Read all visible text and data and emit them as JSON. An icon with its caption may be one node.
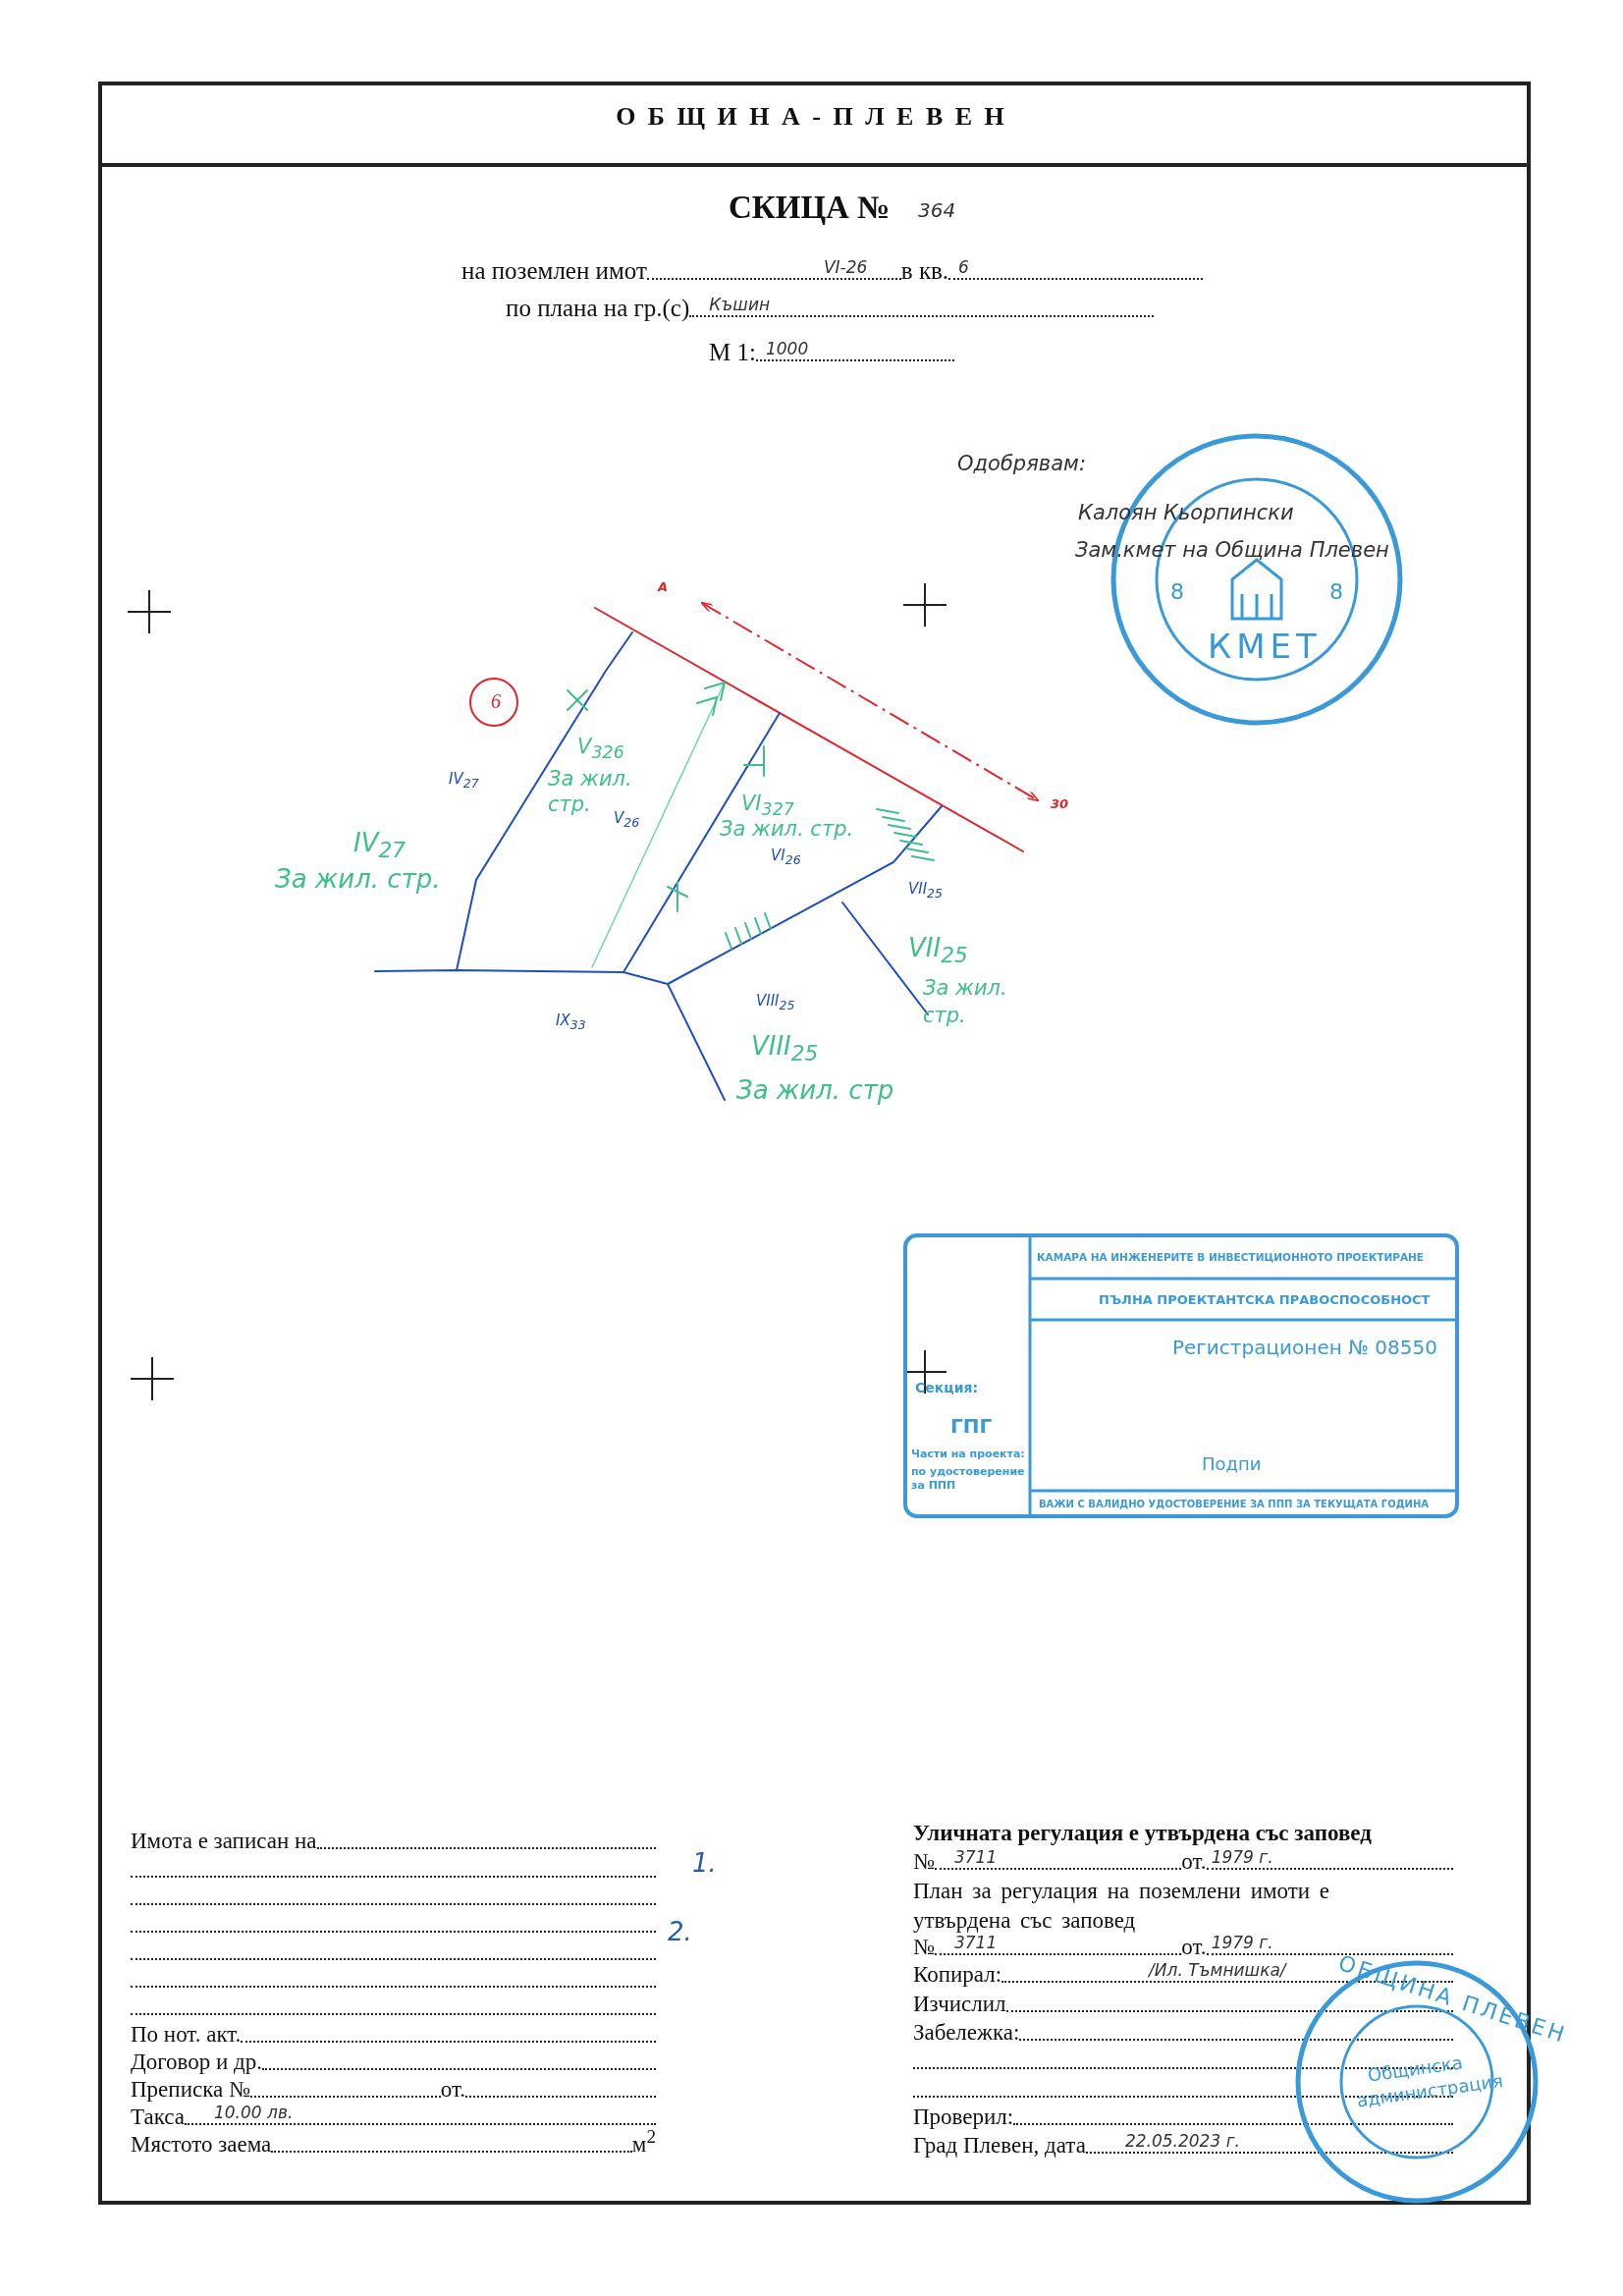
{
  "diagram": {
    "title": "СКИЦА №",
    "nodes": [
      {
        "text": [
          "6"
        ]
      },
      {
        "text": [
          "8",
          "8",
          "КМЕТ"
        ]
      },
      {
        "text": [
          "КАМАРА НА ИНЖЕНЕРИТЕ В ИНВЕСТИЦИОННОТО ПРОЕКТИРАНЕ",
          "ПЪЛНА ПРОЕКТАНТСКА ПРАВОСПОСОБНОСТ",
          "Регистрационен № 08550",
          "Секция:",
          "ГПГ",
          "Части на проекта:",
          "по удостоверение за ППП",
          "Подпи",
          "ВАЖИ С ВАЛИДНО УДОСТОВЕРЕНИЕ ЗА ППП ЗА ТЕКУЩАТА ГОДИНА"
        ]
      },
      {
        "text": [
          "ОБЩИНА ПЛЕВЕН",
          "Общинска администрация"
        ]
      }
    ],
    "labels": [
      "О Б Щ И Н А - П Л Е В Е Н",
      "364",
      "на поземлен имот",
      "VI-26",
      "в кв.",
      "6",
      "по плана на гр.(с)",
      "Къшин",
      "М 1:",
      "1000",
      "Одобрявам:",
      "Калоян Кьорпински",
      "Зам.кмет на Община Плевен",
      "А",
      "30",
      "V$_{326}$",
      "За жил. стр.",
      "IV$_{27}$",
      "V$_{26}$",
      "VI$_{327}$",
      "За жил. стр.",
      "IV$_{27}$",
      "За жил. стр.",
      "VI$_{26}$",
      "VII$_{25}$",
      "VII$_{25}$",
      "За жил. стр.",
      "VIII$_{25}$",
      "IX$_{33}$",
      "VIII$_{25}$",
      "За жил. стр",
      "Имота е записан на",
      "1.",
      "2.",
      "По нот. акт.",
      "Договор и др.",
      "Преписка №",
      "от.",
      "Такса",
      "10.00 лв.",
      "Мястото заема",
      "м$^{2}$",
      "Уличната регулация е утвърдена със заповед",
      "№",
      "3711",
      "от.",
      "1979 г.",
      "План за регулация на поземлени имоти е утвърдена със заповед",
      "№",
      "3711",
      "от.",
      "1979 г.",
      "Копирал:",
      "/Ил. Тъмнишка/",
      "Изчислил",
      "Забележка:",
      "Проверил:",
      "Град Плевен, дата",
      "22.05.2023 г."
    ]
  }
}
